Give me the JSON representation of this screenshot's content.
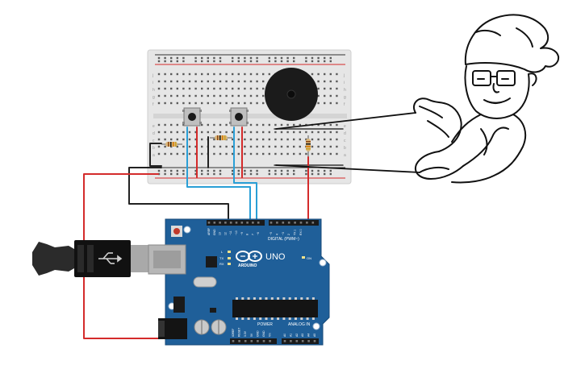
{
  "arduino": {
    "logo_text": "ARDUINO",
    "model": "UNO",
    "digital_label": "DIGITAL (PWM~)",
    "power_label": "POWER",
    "analog_label": "ANALOG IN",
    "on_label": "ON",
    "tx_label": "TX",
    "rx_label": "RX",
    "l_label": "L",
    "pin_labels_top": [
      "AREF",
      "GND",
      "13",
      "12",
      "~11",
      "~10",
      "~9",
      "8",
      "7",
      "~6",
      "~5",
      "4",
      "~3",
      "2",
      "TX 1",
      "RX 0"
    ],
    "pin_labels_power": [
      "IOREF",
      "RESET",
      "3.3V",
      "5V",
      "GND",
      "GND",
      "Vin"
    ],
    "pin_labels_analog": [
      "A0",
      "A1",
      "A2",
      "A3",
      "A4",
      "A5"
    ]
  },
  "breadboard": {
    "row_letters_top": [
      "j",
      "i",
      "h",
      "g",
      "f"
    ],
    "row_letters_bottom": [
      "e",
      "d",
      "c",
      "b",
      "a"
    ]
  },
  "colors": {
    "wire_red": "#d42b2b",
    "wire_blue": "#2a9fd6",
    "wire_black": "#222222",
    "board_blue": "#1f5f99",
    "breadboard_bg": "#e8e8e8"
  }
}
